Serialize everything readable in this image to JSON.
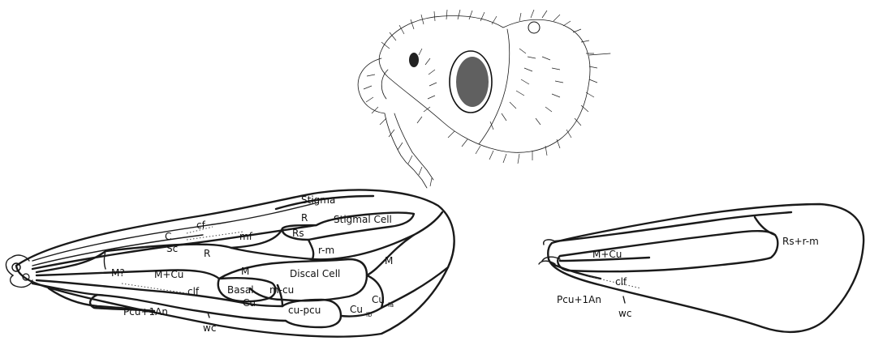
{
  "forewing_labels": {
    "cf": "cf",
    "stigma": "Stigma",
    "c": "C",
    "mf": "mf",
    "r_upper": "R",
    "stigmal_cell": "Stigmal Cell",
    "sc": "Sc",
    "rs": "Rs",
    "r_lower": "R",
    "r_m": "r-m",
    "m_q": "M?",
    "m_right": "M",
    "m_cu": "M+Cu",
    "m_mid": "M",
    "discal_cell": "Discal Cell",
    "basal": "Basal",
    "m_cu_cross": "m-cu",
    "cu1a_base": "Cu",
    "cu1a_sub": "la",
    "clf": "clf",
    "cu": "Cu",
    "pcu_1an": "Pcu+1An",
    "cu_pcu": "cu-pcu",
    "cu1b_base": "Cu",
    "cu1b_sub": "lb",
    "wc": "wc"
  },
  "hindwing_labels": {
    "rs_rm": "Rs+r-m",
    "m_cu": "M+Cu",
    "clf": "clf",
    "pcu_1an": "Pcu+1An",
    "wc": "wc"
  }
}
